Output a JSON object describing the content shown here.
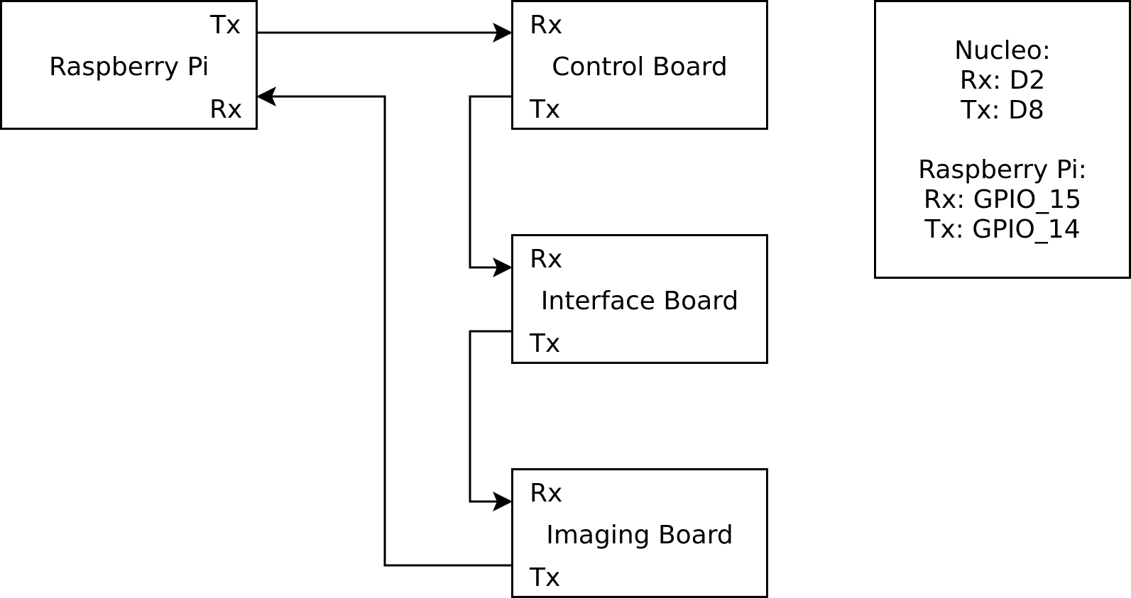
{
  "nodes": {
    "raspberry_pi": {
      "title": "Raspberry Pi",
      "tx": "Tx",
      "rx": "Rx"
    },
    "control_board": {
      "title": "Control Board",
      "rx": "Rx",
      "tx": "Tx"
    },
    "interface_board": {
      "title": "Interface Board",
      "rx": "Rx",
      "tx": "Tx"
    },
    "imaging_board": {
      "title": "Imaging Board",
      "rx": "Rx",
      "tx": "Tx"
    }
  },
  "edges": [
    {
      "from": "Raspberry Pi Tx",
      "to": "Control Board Rx"
    },
    {
      "from": "Control Board Tx",
      "to": "Interface Board Rx"
    },
    {
      "from": "Interface Board Tx",
      "to": "Imaging Board Rx"
    },
    {
      "from": "Imaging Board Tx",
      "to": "Raspberry Pi Rx"
    }
  ],
  "pin_note": {
    "lines": [
      "Nucleo:",
      "Rx: D2",
      "Tx: D8",
      "",
      "Raspberry Pi:",
      "Rx: GPIO_15",
      "Tx: GPIO_14"
    ]
  }
}
